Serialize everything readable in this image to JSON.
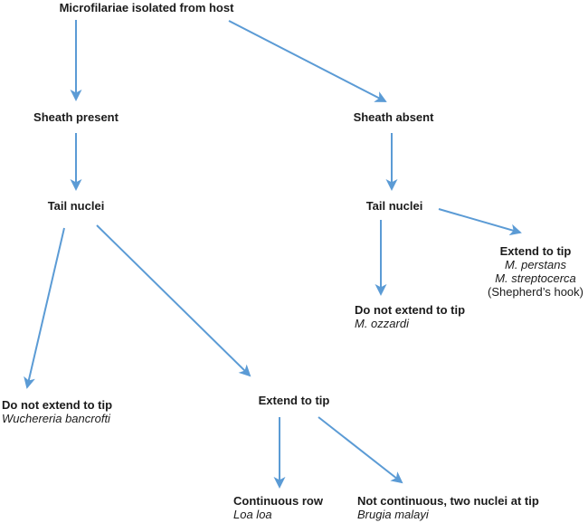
{
  "diagram": {
    "arrow_color": "#5b9bd5",
    "text_color": "#1b1b1b",
    "nodes": {
      "root": {
        "label": "Microfilariae isolated from host"
      },
      "sheath_present": {
        "label": "Sheath present"
      },
      "sheath_absent": {
        "label": "Sheath absent"
      },
      "tail_nuclei_left": {
        "label": "Tail nuclei"
      },
      "tail_nuclei_right": {
        "label": "Tail nuclei"
      },
      "extend_to_tip_right": {
        "label": "Extend to tip",
        "species_1": "M. perstans",
        "species_2": "M. streptocerca",
        "note": "(Shepherd’s hook)"
      },
      "do_not_extend_right": {
        "label": "Do not extend to tip",
        "species": "M. ozzardi"
      },
      "do_not_extend_left": {
        "label": "Do not extend to tip",
        "species": "Wuchereria bancrofti"
      },
      "extend_to_tip_bottom": {
        "label": "Extend to tip"
      },
      "continuous_row": {
        "label": "Continuous row",
        "species": "Loa loa"
      },
      "not_continuous": {
        "label": "Not continuous, two nuclei at tip",
        "species": "Brugia malayi"
      }
    }
  }
}
